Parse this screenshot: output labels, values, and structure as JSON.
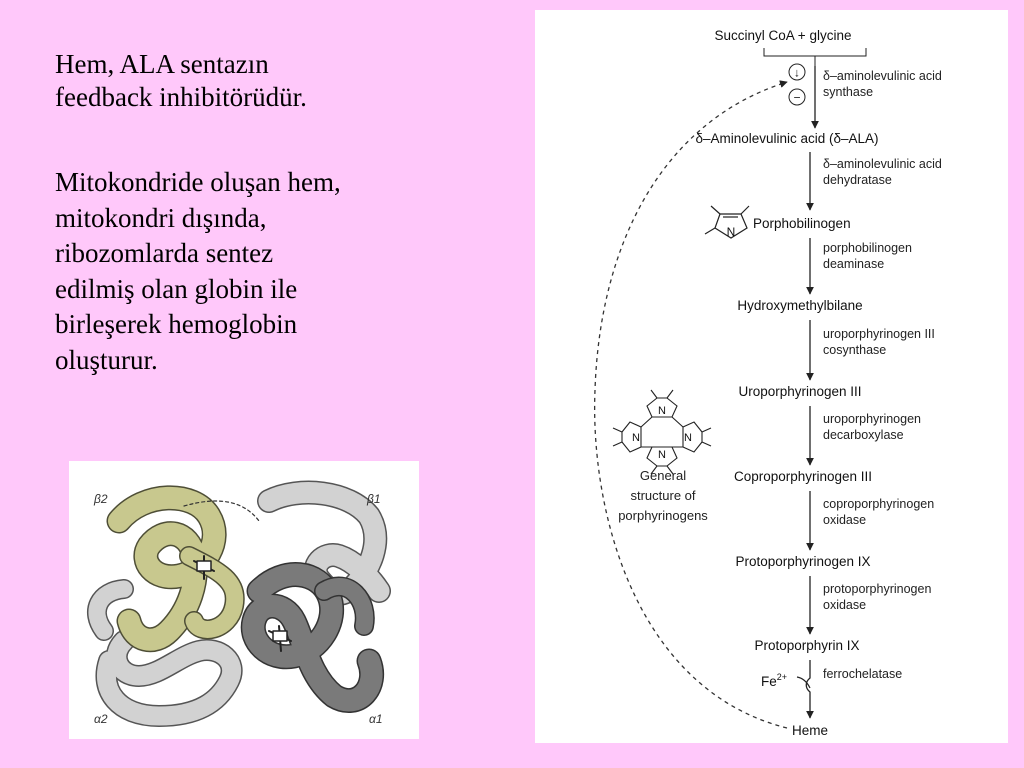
{
  "left_text": {
    "para1_lines": [
      "Hem, ALA sentazın",
      "feedback inhibitörüdür."
    ],
    "para2_lines": [
      "Mitokondride oluşan hem,",
      "mitokondri dışında,",
      "ribozomlarda sentez",
      "edilmiş olan globin ile",
      "birleşerek hemoglobin",
      "oluşturur."
    ]
  },
  "hemoglobin_figure": {
    "labels": {
      "beta2": "β2",
      "beta1": "β1",
      "alpha2": "α2",
      "alpha1": "α1"
    },
    "colors": {
      "beta2": "#c8c88e",
      "alpha1": "#787878",
      "light": "#cfcfcf"
    }
  },
  "pathway": {
    "metabolites": [
      "Succinyl CoA + glycine",
      "δ–Aminolevulinic acid (δ–ALA)",
      "Porphobilinogen",
      "Hydroxymethylbilane",
      "Uroporphyrinogen III",
      "Coproporphyrinogen III",
      "Protoporphyrinogen IX",
      "Protoporphyrin IX",
      "Heme"
    ],
    "enzymes": [
      [
        "δ–aminolevulinic acid",
        "synthase"
      ],
      [
        "δ–aminolevulinic acid",
        "dehydratase"
      ],
      [
        "porphobilinogen",
        "deaminase"
      ],
      [
        "uroporphyrinogen III",
        "cosynthase"
      ],
      [
        "uroporphyrinogen",
        "decarboxylase"
      ],
      [
        "coproporphyrinogen",
        "oxidase"
      ],
      [
        "protoporphyrinogen",
        "oxidase"
      ],
      [
        "ferrochelatase"
      ]
    ],
    "regulation_symbols": {
      "induce": "↓",
      "inhibit": "−"
    },
    "iron": {
      "symbol": "Fe",
      "charge": "2+"
    },
    "pyrrole_n": "N",
    "porphyrinogen_caption": [
      "General",
      "structure of",
      "porphyrinogens"
    ]
  }
}
